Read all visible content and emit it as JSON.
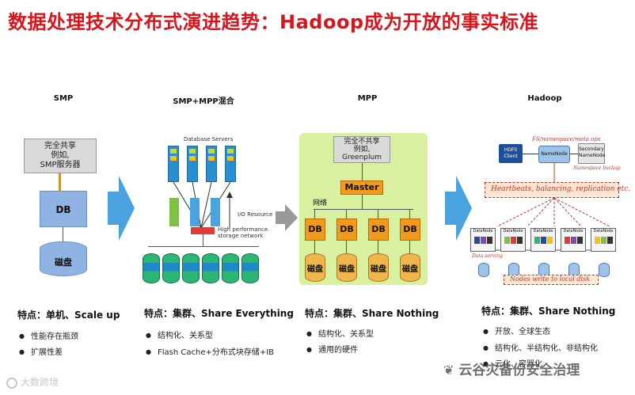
{
  "title": "数据处理技术分布式演进趋势：Hadoop成为开放的事实标准",
  "columns": [
    {
      "heading": "SMP",
      "box_lines": [
        "完全共享",
        "例如,",
        "SMP服务器"
      ],
      "db_label": "DB",
      "disk_label": "磁盘",
      "feature_title": "特点：单机、Scale up",
      "bullets": [
        "性能存在瓶颈",
        "扩展性差"
      ]
    },
    {
      "heading": "SMP+MPP混合",
      "servers_label": "Database Servers",
      "io_label": "I/O Resource",
      "storage_label": "High performance storage network",
      "feature_title": "特点：集群、Share Everything",
      "bullets": [
        "结构化、关系型",
        "Flash Cache+分布式块存储+IB"
      ]
    },
    {
      "heading": "MPP",
      "box_lines": [
        "完全不共享",
        "例如,",
        "Greenplum"
      ],
      "master_label": "Master",
      "network_label": "网络",
      "db_label": "DB",
      "disk_label": "磁盘",
      "feature_title": "特点：集群、Share Nothing",
      "bullets": [
        "结构化、关系型",
        "通用的硬件"
      ]
    },
    {
      "heading": "Hadoop",
      "fs_label": "FS/namespace/meta ops",
      "client_label": "HDFS Client",
      "namenode_label": "NameNode",
      "secondary_label": "Secondary NameNode",
      "namespace_backup": "Namespace backup",
      "heartbeat_label": "Heartbeats, balancing, replication etc.",
      "datanode_label": "DataNode",
      "serving_label": "Data serving",
      "writes_label": "Nodes write to local disk",
      "feature_title": "特点：集群、Share Nothing",
      "bullets": [
        "开放、全球生态",
        "结构化、半结构化、非结构化",
        "云化、容器化"
      ]
    }
  ],
  "watermark_left": "大数跨境",
  "watermark_right": "云谷灾备份安全治理",
  "colors": {
    "title": "#d9151b",
    "arrow": "#4aa3df",
    "mpp_bg": "#d9f0a0",
    "orange": "#f29a1c",
    "cylinder": "#f0b64a"
  }
}
